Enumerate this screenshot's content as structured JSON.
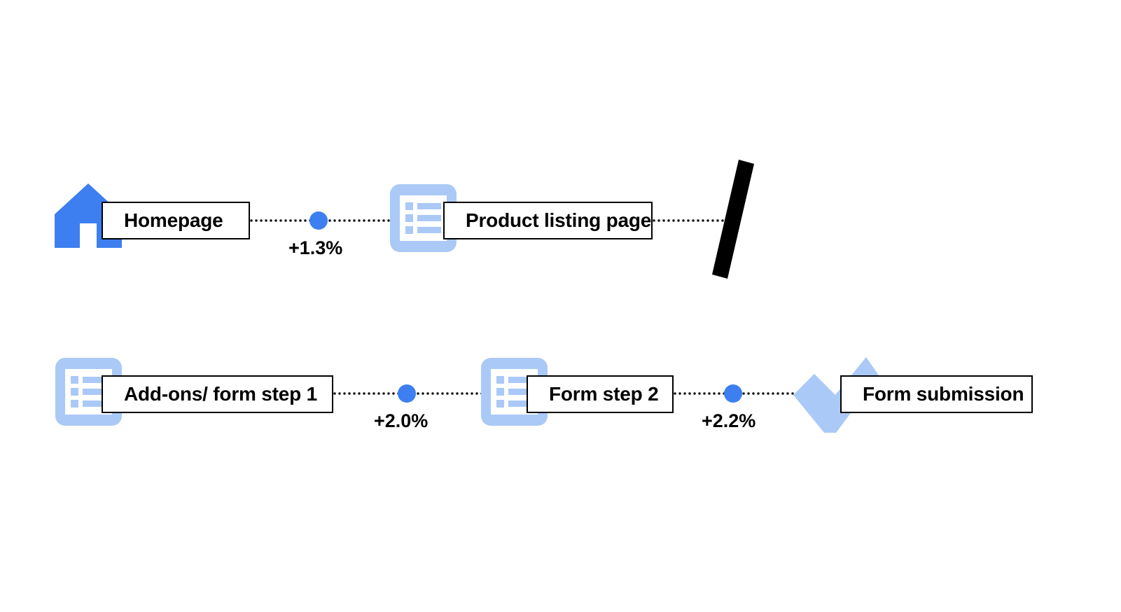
{
  "diagram": {
    "title": "User journey funnel with conversion uplift",
    "colors": {
      "accent_blue": "#3d7ff0",
      "light_blue": "#aac9f7",
      "line_black": "#111111",
      "box_border": "#000000",
      "background": "#ffffff"
    },
    "rows": [
      {
        "id": "row-1",
        "nodes": [
          {
            "id": "homepage",
            "label": "Homepage",
            "icon": "home-icon"
          },
          {
            "id": "product-listing-page",
            "label": "Product listing page",
            "icon": "list-document-icon"
          }
        ],
        "connectors": [
          {
            "id": "conn-1",
            "label": "+1.3%",
            "dot": "blue-dot"
          }
        ],
        "terminator": {
          "id": "slash-break",
          "icon": "black-slash-icon"
        }
      },
      {
        "id": "row-2",
        "nodes": [
          {
            "id": "add-ons-form-step-1",
            "label": "Add-ons/ form step 1",
            "icon": "list-document-icon"
          },
          {
            "id": "form-step-2",
            "label": "Form step 2",
            "icon": "list-document-icon"
          },
          {
            "id": "form-submission",
            "label": "Form submission",
            "icon": "checkmark-icon"
          }
        ],
        "connectors": [
          {
            "id": "conn-2",
            "label": "+2.0%",
            "dot": "blue-dot"
          },
          {
            "id": "conn-3",
            "label": "+2.2%",
            "dot": "blue-dot"
          }
        ]
      }
    ]
  },
  "chart_data": {
    "type": "diagram",
    "title": "Funnel step conversion uplift",
    "categories": [
      "Homepage",
      "Product listing page",
      "Add-ons/ form step 1",
      "Form step 2",
      "Form submission"
    ],
    "transitions": [
      {
        "from": "Homepage",
        "to": "Product listing page",
        "uplift": "+1.3%",
        "value": 1.3
      },
      {
        "from": "Add-ons/ form step 1",
        "to": "Form step 2",
        "uplift": "+2.0%",
        "value": 2.0
      },
      {
        "from": "Form step 2",
        "to": "Form submission",
        "uplift": "+2.2%",
        "value": 2.2
      }
    ],
    "unit": "percent",
    "legend": []
  }
}
